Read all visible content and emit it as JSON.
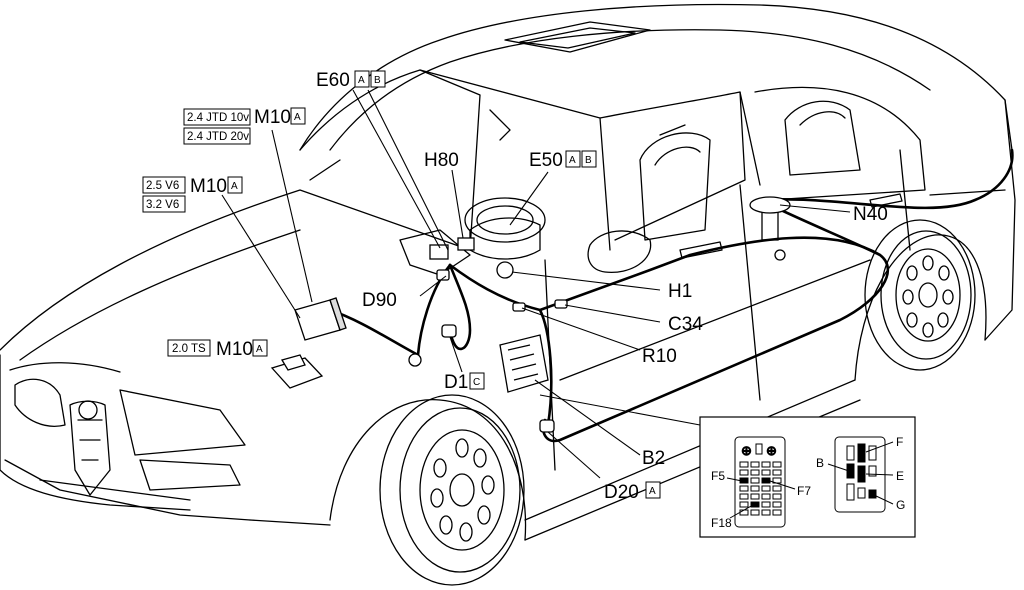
{
  "labels": {
    "E60": {
      "code": "E60",
      "boxes": [
        "A",
        "B"
      ]
    },
    "E50": {
      "code": "E50",
      "boxes": [
        "A",
        "B"
      ]
    },
    "H80": {
      "code": "H80"
    },
    "M10_jtd": {
      "code": "M10",
      "boxes": [
        "A"
      ],
      "conditions": [
        "2.4 JTD 10v",
        "2.4 JTD 20v"
      ]
    },
    "M10_v6": {
      "code": "M10",
      "boxes": [
        "A"
      ],
      "conditions": [
        "2.5 V6",
        "3.2 V6"
      ]
    },
    "M10_ts": {
      "code": "M10",
      "boxes": [
        "A"
      ],
      "conditions": [
        "2.0 TS"
      ]
    },
    "N40": {
      "code": "N40"
    },
    "D90": {
      "code": "D90"
    },
    "H1": {
      "code": "H1"
    },
    "C34": {
      "code": "C34"
    },
    "R10": {
      "code": "R10"
    },
    "D1": {
      "code": "D1",
      "boxes": [
        "C"
      ]
    },
    "B2": {
      "code": "B2"
    },
    "D20": {
      "code": "D20",
      "boxes": [
        "A"
      ]
    }
  },
  "fusebox_inset": {
    "left_panel": {
      "fuses": [
        "F5",
        "F7",
        "F18"
      ]
    },
    "right_panel": {
      "relays": [
        "F",
        "B",
        "E",
        "G"
      ]
    }
  }
}
